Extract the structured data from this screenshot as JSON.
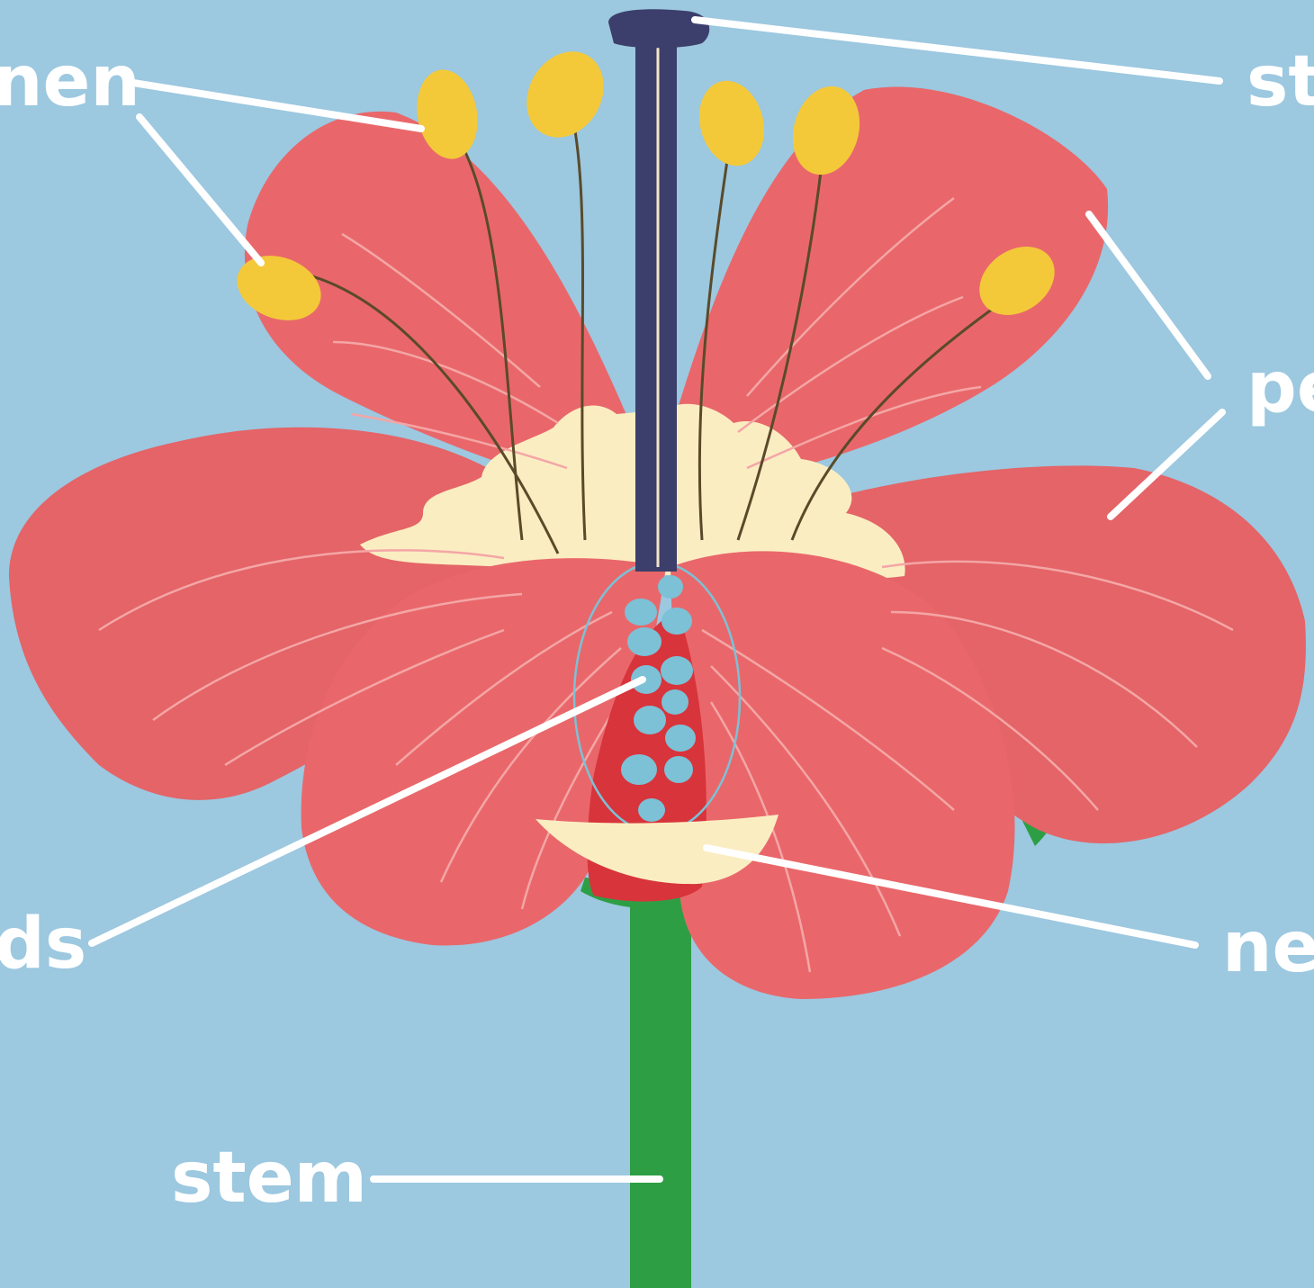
{
  "labels": {
    "stamen": "nen",
    "stigma": "st",
    "petal": "pe",
    "seeds": "ds",
    "nectary": "ne",
    "stem": "stem"
  },
  "colors": {
    "background": "#9cc8e0",
    "petal": "#e9676a",
    "petal_vein": "#f4a6a6",
    "stamen_head": "#f3c93a",
    "pistil": "#3c3f6b",
    "ovary": "#d8343c",
    "seed": "#7cc1d6",
    "stem": "#2e9e45",
    "cream_center": "#fbedc2",
    "leader_line": "#ffffff"
  }
}
